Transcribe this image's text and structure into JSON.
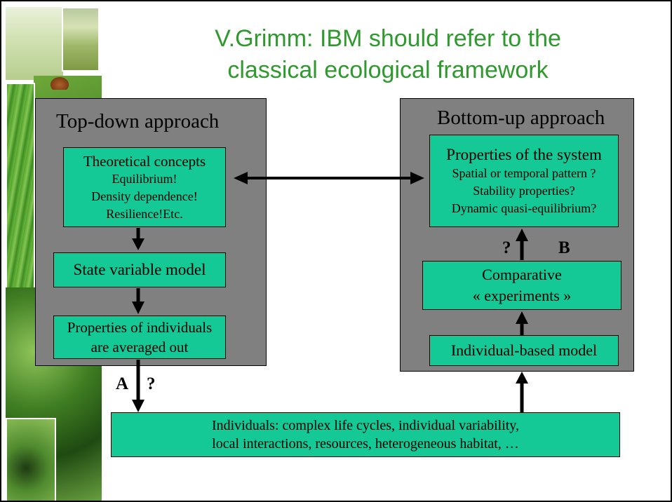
{
  "colors": {
    "title_text": "#2e9a2e",
    "panel_fill": "#808080",
    "box_fill": "#14c996",
    "arrow": "#000000"
  },
  "title": {
    "line1": "V.Grimm: IBM should refer to the",
    "line2": "classical ecological framework"
  },
  "top_down": {
    "heading": "Top-down approach",
    "concepts": {
      "title": "Theoretical concepts",
      "lines": [
        "Equilibrium!",
        "Density dependence!",
        "Resilience!Etc."
      ]
    },
    "state_model": "State variable model",
    "averaged": {
      "line1": "Properties of individuals",
      "line2": "are averaged out"
    }
  },
  "bottom_up": {
    "heading": "Bottom-up approach",
    "properties": {
      "title": "Properties of the system",
      "lines": [
        "Spatial or temporal pattern ?",
        "Stability properties?",
        "Dynamic quasi-equilibrium?"
      ]
    },
    "comparative": {
      "line1": "Comparative",
      "line2": "« experiments »"
    },
    "ibm": "Individual-based model"
  },
  "arrow_labels": {
    "a": "A",
    "a_question": "?",
    "b": "B",
    "b_question": "?"
  },
  "individuals": {
    "line1": "Individuals: complex life cycles, individual variability,",
    "line2": "local interactions, resources, heterogeneous habitat, …"
  }
}
